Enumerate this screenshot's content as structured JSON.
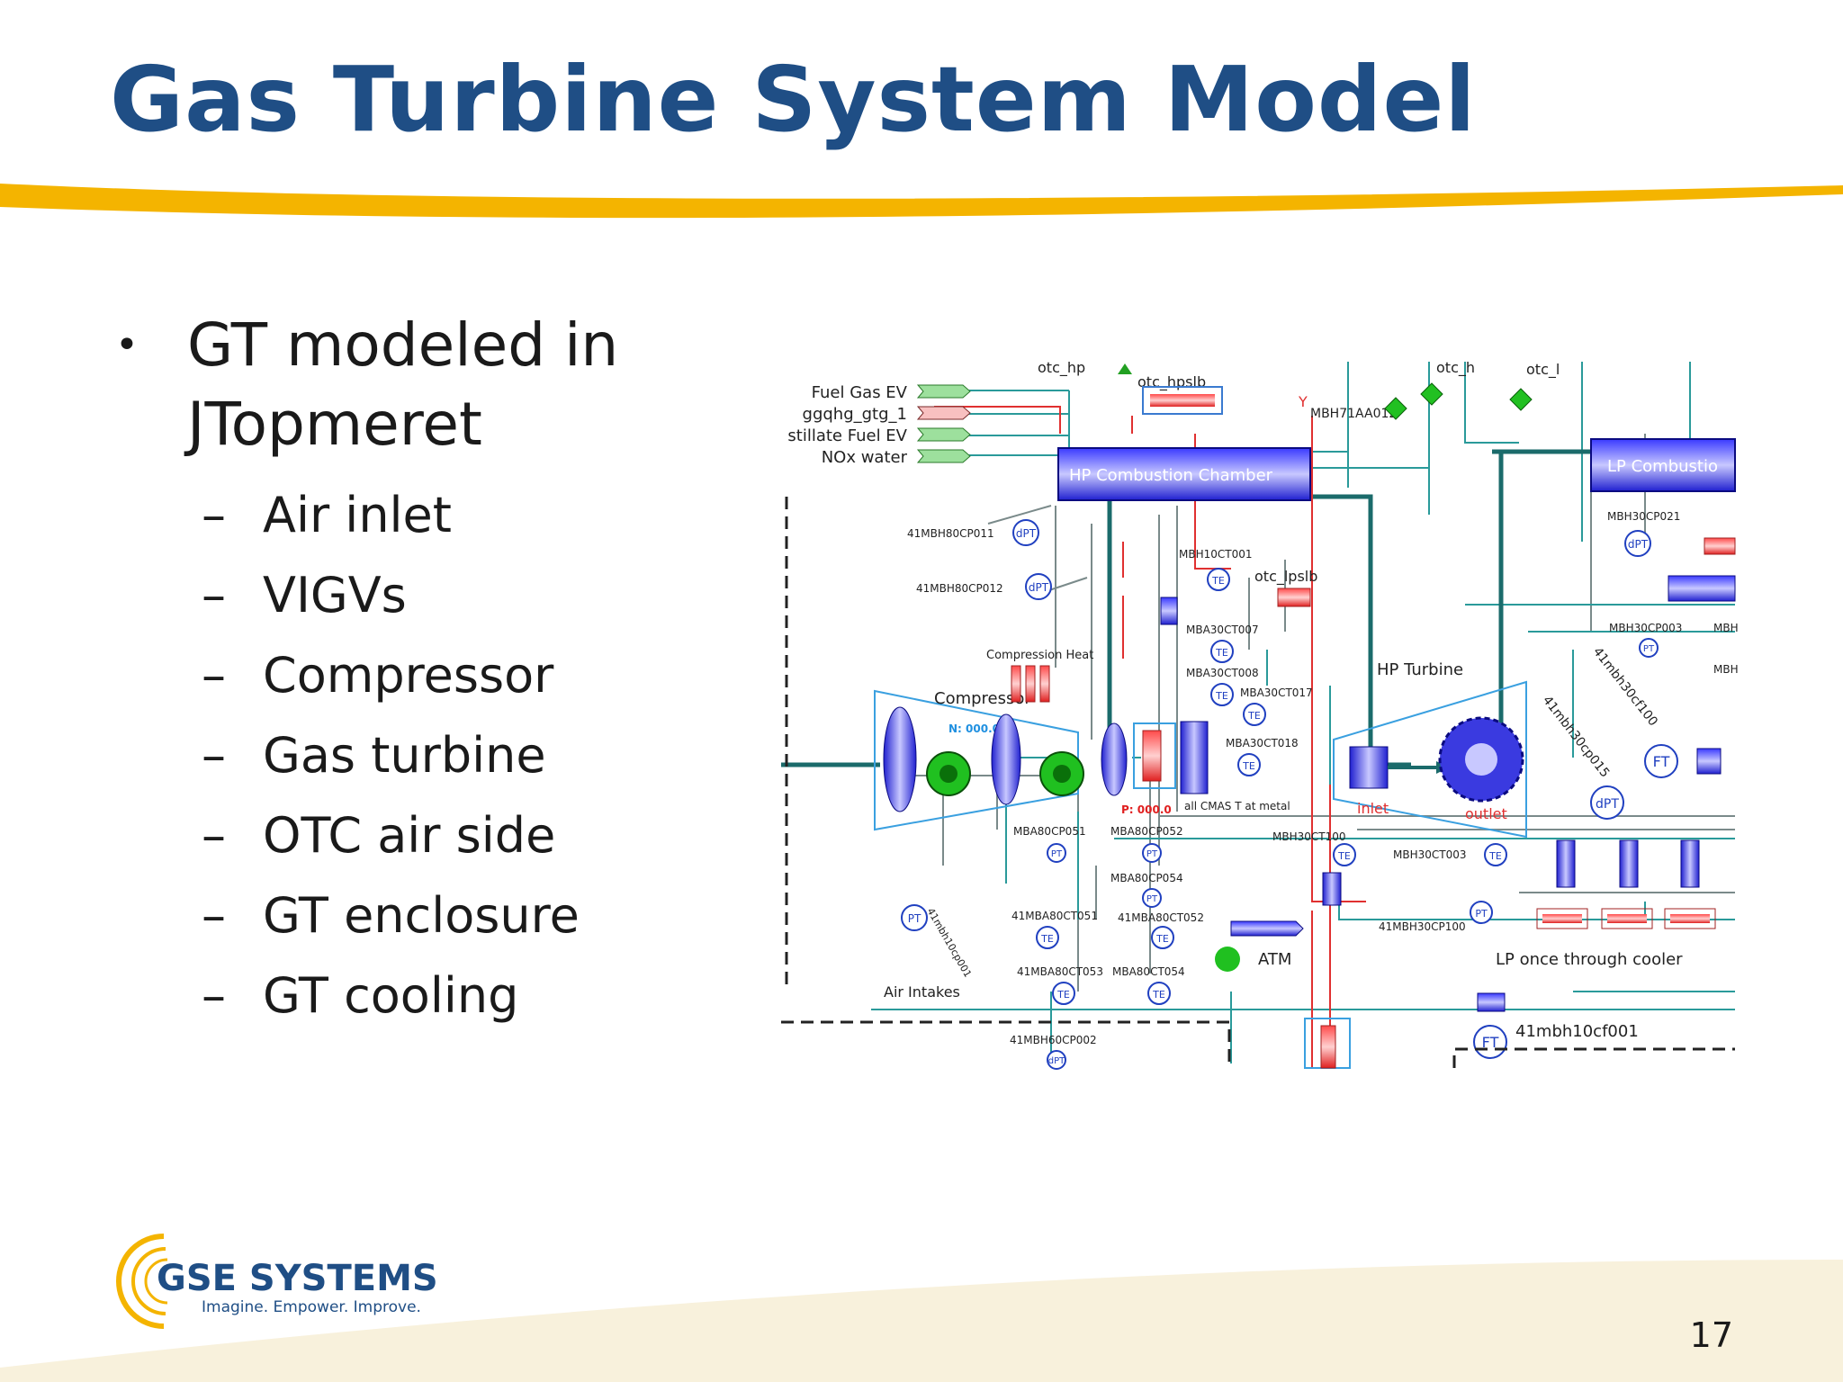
{
  "slide": {
    "title": "Gas Turbine System Model",
    "page_number": "17",
    "accent_color": "#f4b400",
    "title_color": "#1f4e85"
  },
  "bullets": {
    "main": "GT modeled in JTopmeret",
    "sub_items": [
      "Air inlet",
      "VIGVs",
      "Compressor",
      "Gas turbine",
      "OTC air side",
      "GT enclosure",
      "GT cooling"
    ]
  },
  "logo": {
    "name": "GSE SYSTEMS",
    "tagline": "Imagine. Empower. Improve."
  },
  "diagram": {
    "inputs": [
      "Fuel Gas EV",
      "ggqhg_gtg_1",
      "stillate Fuel EV",
      "NOx water"
    ],
    "labels": {
      "hp_combustion": "HP Combustion Chamber",
      "lp_combustion": "LP Combustio",
      "compressor": "Compressor",
      "compression_heat": "Compression Heat",
      "hp_turbine": "HP Turbine",
      "inlet": "inlet",
      "outlet": "outlet",
      "atm": "ATM",
      "lp_cooler": "LP once through cooler",
      "air_intakes": "Air Intakes",
      "speed": "N: 000.0",
      "pressure": "P: 000.0",
      "metal": "all CMAS T at metal",
      "otc_hpslb": "otc_hpslb",
      "otc_lpslb": "otc_lpslb",
      "otc_hp": "otc_hp",
      "otc_h": "otc_h",
      "otc_l": "otc_l",
      "valve": "MBH71AA012"
    },
    "tags": {
      "t1": "41MBH80CP011",
      "t2": "41MBH80CP012",
      "t3": "MBH10CT001",
      "t4": "MBA30CT007",
      "t5": "MBA30CT008",
      "t6": "MBA30CT017",
      "t7": "MBA30CT018",
      "t8": "MBH30CP021",
      "t9": "MBH30CP003",
      "t10": "41mbh30cf100",
      "t11": "41mbh30cp015",
      "t12": "MBA80CP051",
      "t13": "MBA80CP052",
      "t14": "MBA80CP054",
      "t15": "MBH30CT100",
      "t16": "MBH30CT003",
      "t17": "41MBA80CT051",
      "t18": "41MBA80CT052",
      "t19": "41MBH30CP100",
      "t20": "41MBA80CT053",
      "t21": "MBA80CT054",
      "t22": "41MBH60CP002",
      "t23": "41mbh10cf001",
      "t24": "41mbh10cp001",
      "t25": "MBH",
      "t26": "MBH"
    },
    "instruments": {
      "dpt": "dPT",
      "te": "TE",
      "pt": "PT",
      "ft": "FT"
    }
  }
}
